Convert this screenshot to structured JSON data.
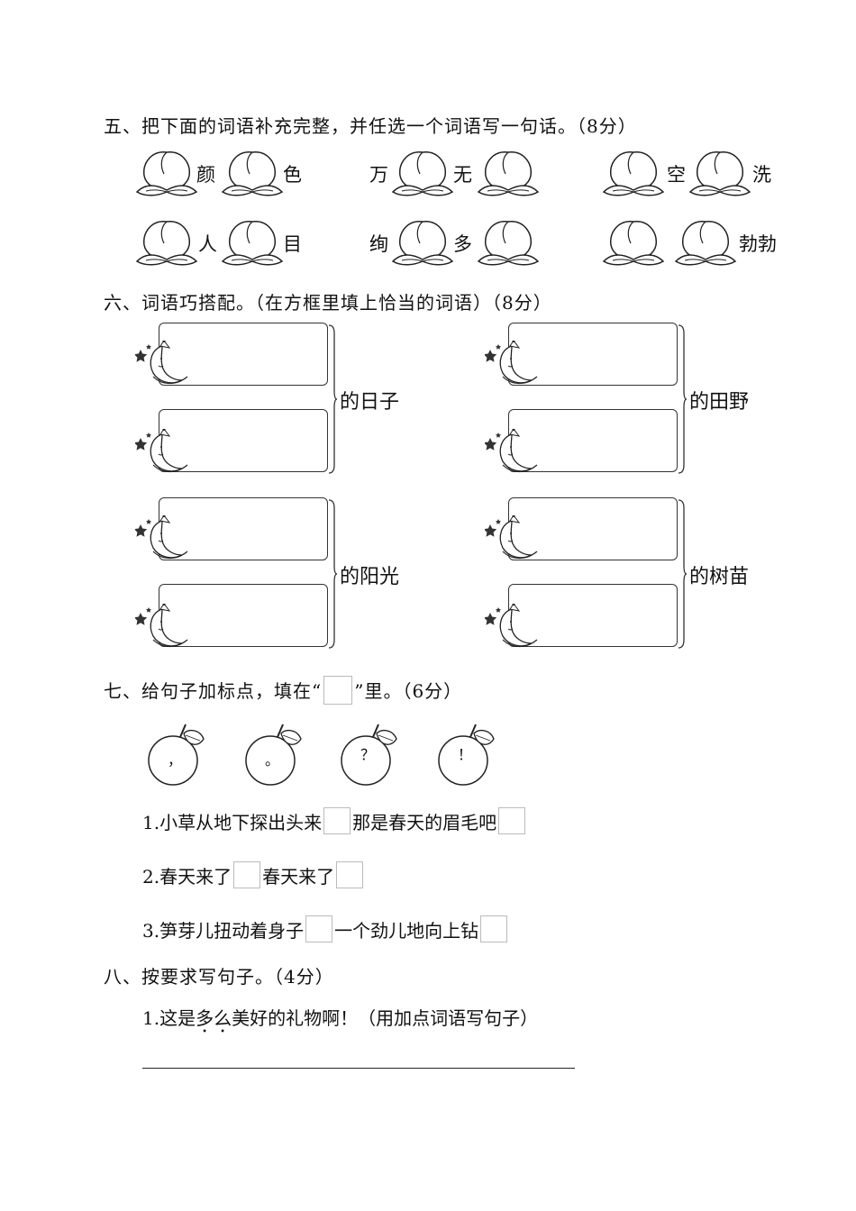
{
  "section5": {
    "title": "五、把下面的词语补充完整，并任选一个词语写一句话。（8分）",
    "row1": [
      "颜",
      "色",
      "万",
      "无",
      "空",
      "洗"
    ],
    "row2": [
      "人",
      "目",
      "绚",
      "多",
      "勃勃"
    ]
  },
  "section6": {
    "title": "六、词语巧搭配。（在方框里填上恰当的词语）（8分）",
    "suffixes": [
      "的日子",
      "的田野",
      "的阳光",
      "的树苗"
    ]
  },
  "section7": {
    "title_pre": "七、给句子加标点，填在“",
    "title_post": "”里。（6分）",
    "marks": [
      "，",
      "。",
      "？",
      "！"
    ],
    "sentences": [
      {
        "num": "1.",
        "a": "小草从地下探出头来",
        "b": "那是春天的眉毛吧"
      },
      {
        "num": "2.",
        "a": "春天来了",
        "b": "春天来了"
      },
      {
        "num": "3.",
        "a": "笋芽儿扭动着身子",
        "b": "一个劲儿地向上钻"
      }
    ]
  },
  "section8": {
    "title": "八、按要求写句子。（4分）",
    "q1_num": "1.",
    "q1_pre": "这是",
    "q1_dot1": "多",
    "q1_dot2": "么",
    "q1_post": "美好的礼物啊！（用加点词语写句子）"
  }
}
